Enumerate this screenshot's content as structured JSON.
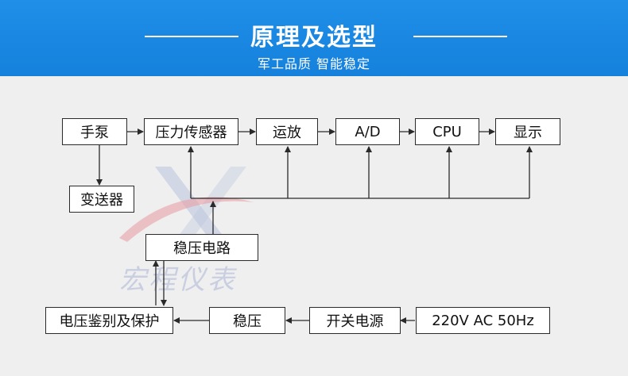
{
  "banner": {
    "title": "原理及选型",
    "subtitle": "军工品质 智能稳定"
  },
  "watermark": {
    "text": "宏程仪表"
  },
  "diagram": {
    "boxes": {
      "hand_pump": "手泵",
      "pressure_sensor": "压力传感器",
      "amplifier": "运放",
      "ad": "A/D",
      "cpu": "CPU",
      "display": "显示",
      "transmitter": "变送器",
      "regulator_circuit": "稳压电路",
      "voltage_protect": "电压鉴别及保护",
      "regulator": "稳压",
      "switch_power": "开关电源",
      "mains": "220V  AC  50Hz"
    }
  },
  "colors": {
    "banner": "#1884de",
    "background": "#efefef",
    "line": "#2a2a2a",
    "watermark_red": "#e8a0a6",
    "watermark_blue": "#b8c2dc"
  }
}
